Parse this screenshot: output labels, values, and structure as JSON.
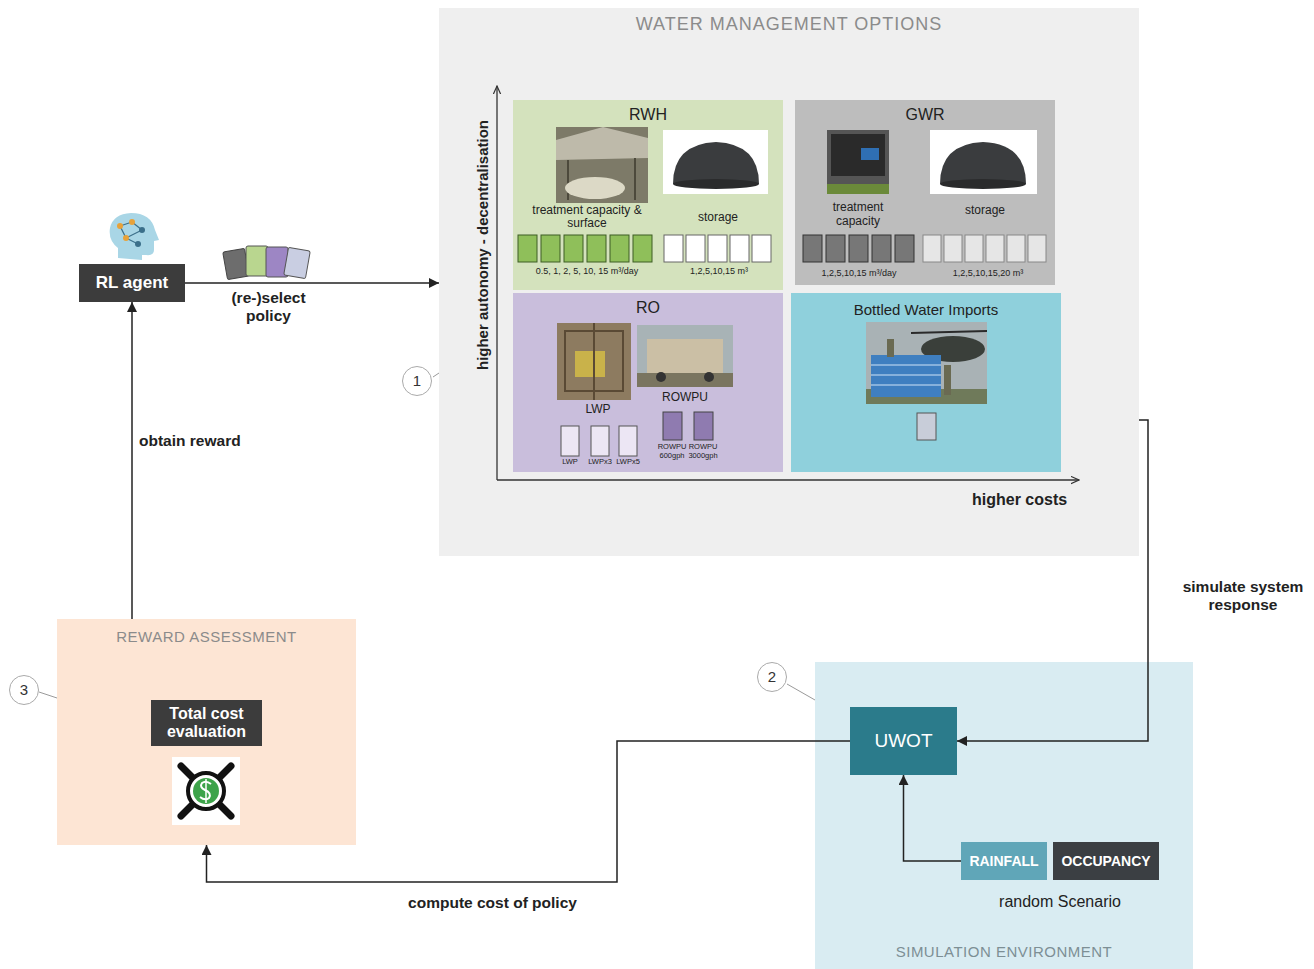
{
  "diagram": {
    "nodes": [
      {
        "text": [
          "RL agent"
        ]
      },
      {
        "text": [
          "WATER MANAGEMENT OPTIONS"
        ]
      },
      {
        "text": [
          "RWH",
          "treatment capacity & surface",
          "storage",
          "0.5, 1, 2, 5, 10, 15 m³/day",
          "1,2,5,10,15 m³"
        ],
        "in": 1
      },
      {
        "text": [
          "GWR",
          "treatment capacity",
          "storage",
          "1,2,5,10,15 m³/day",
          "1,2,5,10,15,20 m³"
        ],
        "in": 1
      },
      {
        "text": [
          "RO",
          "LWP",
          "ROWPU",
          "LWP",
          "LWPx3",
          "LWPx5",
          "ROWPU 600gph",
          "ROWPU 3000gph"
        ],
        "in": 1
      },
      {
        "text": [
          "Bottled Water Imports"
        ],
        "in": 1
      },
      {
        "text": [
          "SIMULATION ENVIRONMENT"
        ]
      },
      {
        "text": [
          "UWOT"
        ],
        "in": 6
      },
      {
        "text": [
          "RAINFALL"
        ],
        "in": 6
      },
      {
        "text": [
          "OCCUPANCY"
        ],
        "in": 6
      },
      {
        "text": [
          "REWARD ASSESSMENT"
        ]
      },
      {
        "text": [
          "Total cost evaluation"
        ],
        "in": 10
      }
    ],
    "edges": [
      {
        "from": 0,
        "to": 1,
        "label": "(re-)select policy",
        "arrow": "to"
      },
      {
        "from": 1,
        "to": 7,
        "label": "simulate system response",
        "arrow": "to"
      },
      {
        "from": 7,
        "to": 10,
        "label": "compute cost of policy",
        "arrow": "to"
      },
      {
        "from": 10,
        "to": 0,
        "label": "obtain reward",
        "arrow": "to"
      },
      {
        "from": 8,
        "to": 7,
        "arrow": "to"
      }
    ],
    "labels": [
      "1",
      "higher autonomy - decentralisation",
      "higher costs",
      "3",
      "2",
      "random Scenario"
    ]
  }
}
